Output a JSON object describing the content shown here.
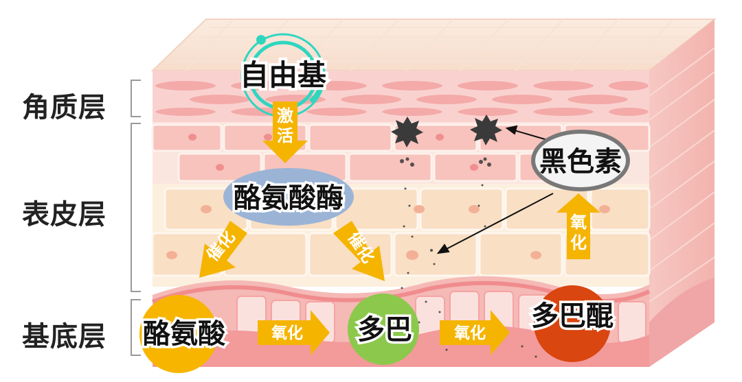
{
  "layers": {
    "stratum_corneum": "角质层",
    "epidermis": "表皮层",
    "basal": "基底层"
  },
  "nodes": {
    "free_radical": "自由基",
    "tyrosinase": "酪氨酸酶",
    "tyrosine": "酪氨酸",
    "dopa": "多巴",
    "dopaquinone": "多巴醌",
    "melanin": "黑色素"
  },
  "arrows": {
    "activate": "激活",
    "catalyze_left": "催化",
    "catalyze_right": "催化",
    "oxidize_tyrosine_dopa": "氧化",
    "oxidize_dopa_quinone": "氧化",
    "oxidize_quinone_melanin": "氧化"
  },
  "colors": {
    "arrow": "#f5b400",
    "tyrosine": "#f7b500",
    "dopa": "#8cc84b",
    "dopaquinone": "#d9460f",
    "melanin_blob": "#787878",
    "tyrosinase_blob": "#9bb4d6",
    "free_radical_ring": "#2ed6c0"
  }
}
